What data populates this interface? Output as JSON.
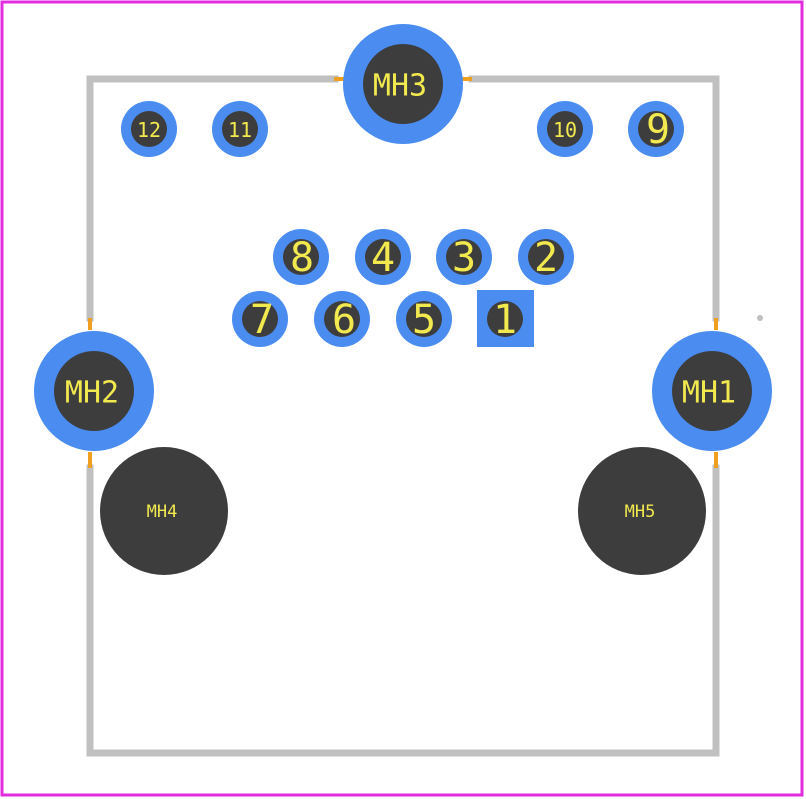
{
  "colors": {
    "boundary": "#e22ce0",
    "silkscreen": "#c0c0c0",
    "pad_copper": "#4a8cf0",
    "drill_hole": "#3d3d3d",
    "label": "#f2e94e",
    "stub": "#f0a020"
  },
  "pads": {
    "mh3": "MH3",
    "mh2": "MH2",
    "mh1": "MH1",
    "mh4": "MH4",
    "mh5": "MH5",
    "p12": "12",
    "p11": "11",
    "p10": "10",
    "p9": "9",
    "p8": "8",
    "p4": "4",
    "p3": "3",
    "p2": "2",
    "p7": "7",
    "p6": "6",
    "p5": "5",
    "p1": "1"
  }
}
